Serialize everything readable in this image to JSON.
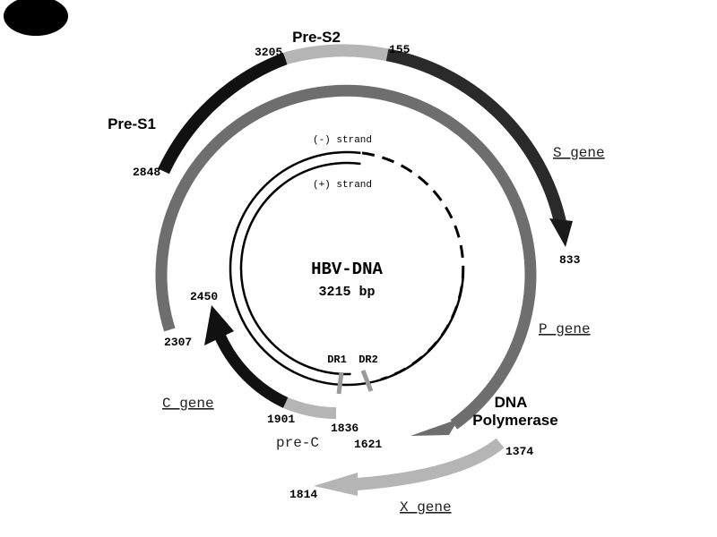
{
  "diagram": {
    "center_title": "HBV-DNA",
    "center_size": "3215 bp",
    "strand_minus": "(-) strand",
    "strand_plus": "(+) strand",
    "dr1": "DR1",
    "dr2": "DR2",
    "genes": {
      "pre_s1": "Pre-S1",
      "pre_s2": "Pre-S2",
      "s_gene": "S gene",
      "p_gene": "P gene",
      "dna_polymerase_line1": "DNA",
      "dna_polymerase_line2": "Polymerase",
      "c_gene": "C gene",
      "pre_c": "pre-C",
      "x_gene": "X gene"
    },
    "positions": {
      "p3205": "3205",
      "p155": "155",
      "p2848": "2848",
      "p833": "833",
      "p2450": "2450",
      "p2307": "2307",
      "p1901": "1901",
      "p1836": "1836",
      "p1621": "1621",
      "p1374": "1374",
      "p1814": "1814"
    },
    "colors": {
      "black": "#111111",
      "dark": "#2a2a2a",
      "mid_gray": "#6e6e6e",
      "light_gray": "#b5b5b5"
    }
  }
}
